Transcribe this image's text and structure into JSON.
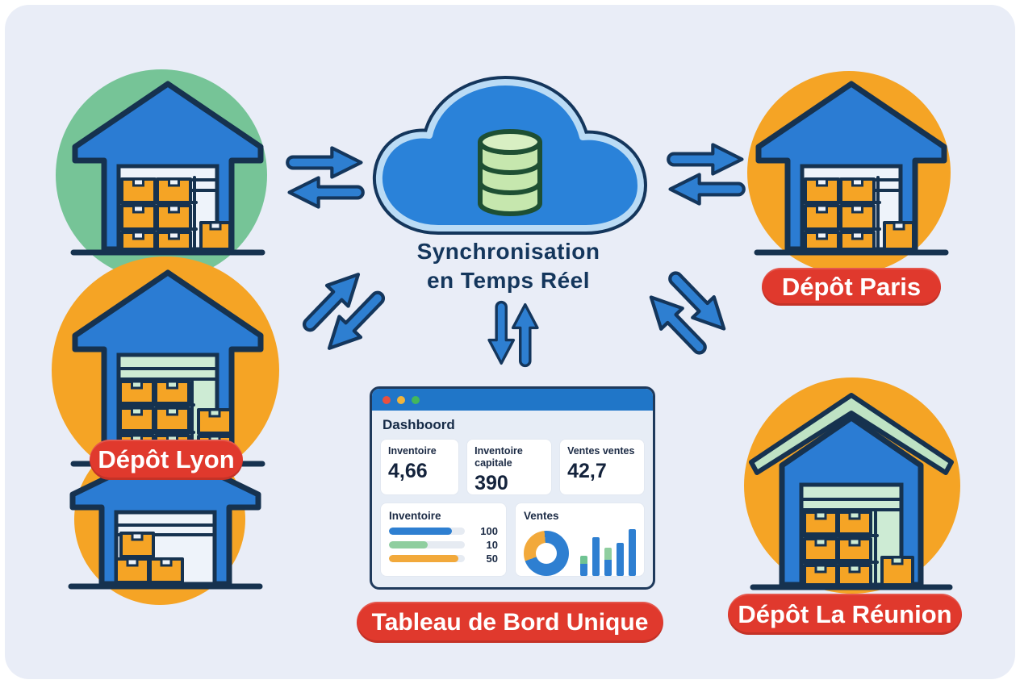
{
  "title": {
    "line1": "Synchronisation",
    "line2": "en Temps Réel"
  },
  "labels": {
    "lyon": "Dépôt Lyon",
    "paris": "Dépôt Paris",
    "reunion": "Dépôt La Réunion",
    "dashboard_badge": "Tableau de Bord Unique"
  },
  "dashboard": {
    "window_title": "Dashboord",
    "stats": [
      {
        "label": "Inventoire",
        "value": "4,66"
      },
      {
        "label": "Inventoire capitale",
        "value": "390"
      },
      {
        "label": "Ventes ventes",
        "value": "42,7"
      }
    ],
    "inventory_chart": {
      "title": "Inventoire",
      "bars": [
        {
          "value": "100",
          "pct": 83,
          "color": "#2e7fd1"
        },
        {
          "value": "10",
          "pct": 51,
          "color": "#8fce9f"
        },
        {
          "value": "50",
          "pct": 91,
          "color": "#f2a93b"
        }
      ]
    },
    "sales_chart": {
      "title": "Ventes",
      "donut": {
        "start_deg": 250,
        "segments": [
          {
            "color": "#f2a93b",
            "sweep_deg": 105
          },
          {
            "color": "#2e7fd1",
            "sweep_deg": 255
          }
        ]
      },
      "columns": [
        {
          "height_pct": 42,
          "cap_pct": 40,
          "cap_color": "#6fc392"
        },
        {
          "height_pct": 80,
          "cap_pct": 0,
          "cap_color": null
        },
        {
          "height_pct": 58,
          "cap_pct": 42,
          "cap_color": "#8fce9f"
        },
        {
          "height_pct": 68,
          "cap_pct": 0,
          "cap_color": null
        },
        {
          "height_pct": 97,
          "cap_pct": 0,
          "cap_color": null
        }
      ]
    }
  },
  "colors": {
    "background": "#e9edf7",
    "accent_blue": "#2e7fd1",
    "navy_outline": "#16324f",
    "circle_green": "#76c497",
    "circle_orange": "#f5a425",
    "badge_red": "#e0392d",
    "box_orange": "#f5a425",
    "db_green": "#c6e7ae",
    "titlebar_blue": "#2076c8",
    "dot_red": "#e8503f",
    "dot_yellow": "#f0b43c",
    "dot_green": "#43b75c",
    "bar_teal": "#6fc392"
  }
}
